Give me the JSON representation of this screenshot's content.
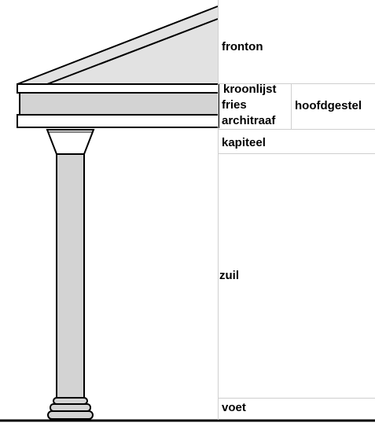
{
  "labels": {
    "fronton": "fronton",
    "kroonlijst": "kroonlijst",
    "fries": "fries",
    "architraaf": "architraaf",
    "hoofdgestel": "hoofdgestel",
    "kapiteel": "kapiteel",
    "zuil": "zuil",
    "voet": "voet"
  },
  "colors": {
    "fill": "#d3d3d3",
    "pediment_fill": "#e2e2e2",
    "stroke": "#000000",
    "grid": "#cfcfcf"
  }
}
